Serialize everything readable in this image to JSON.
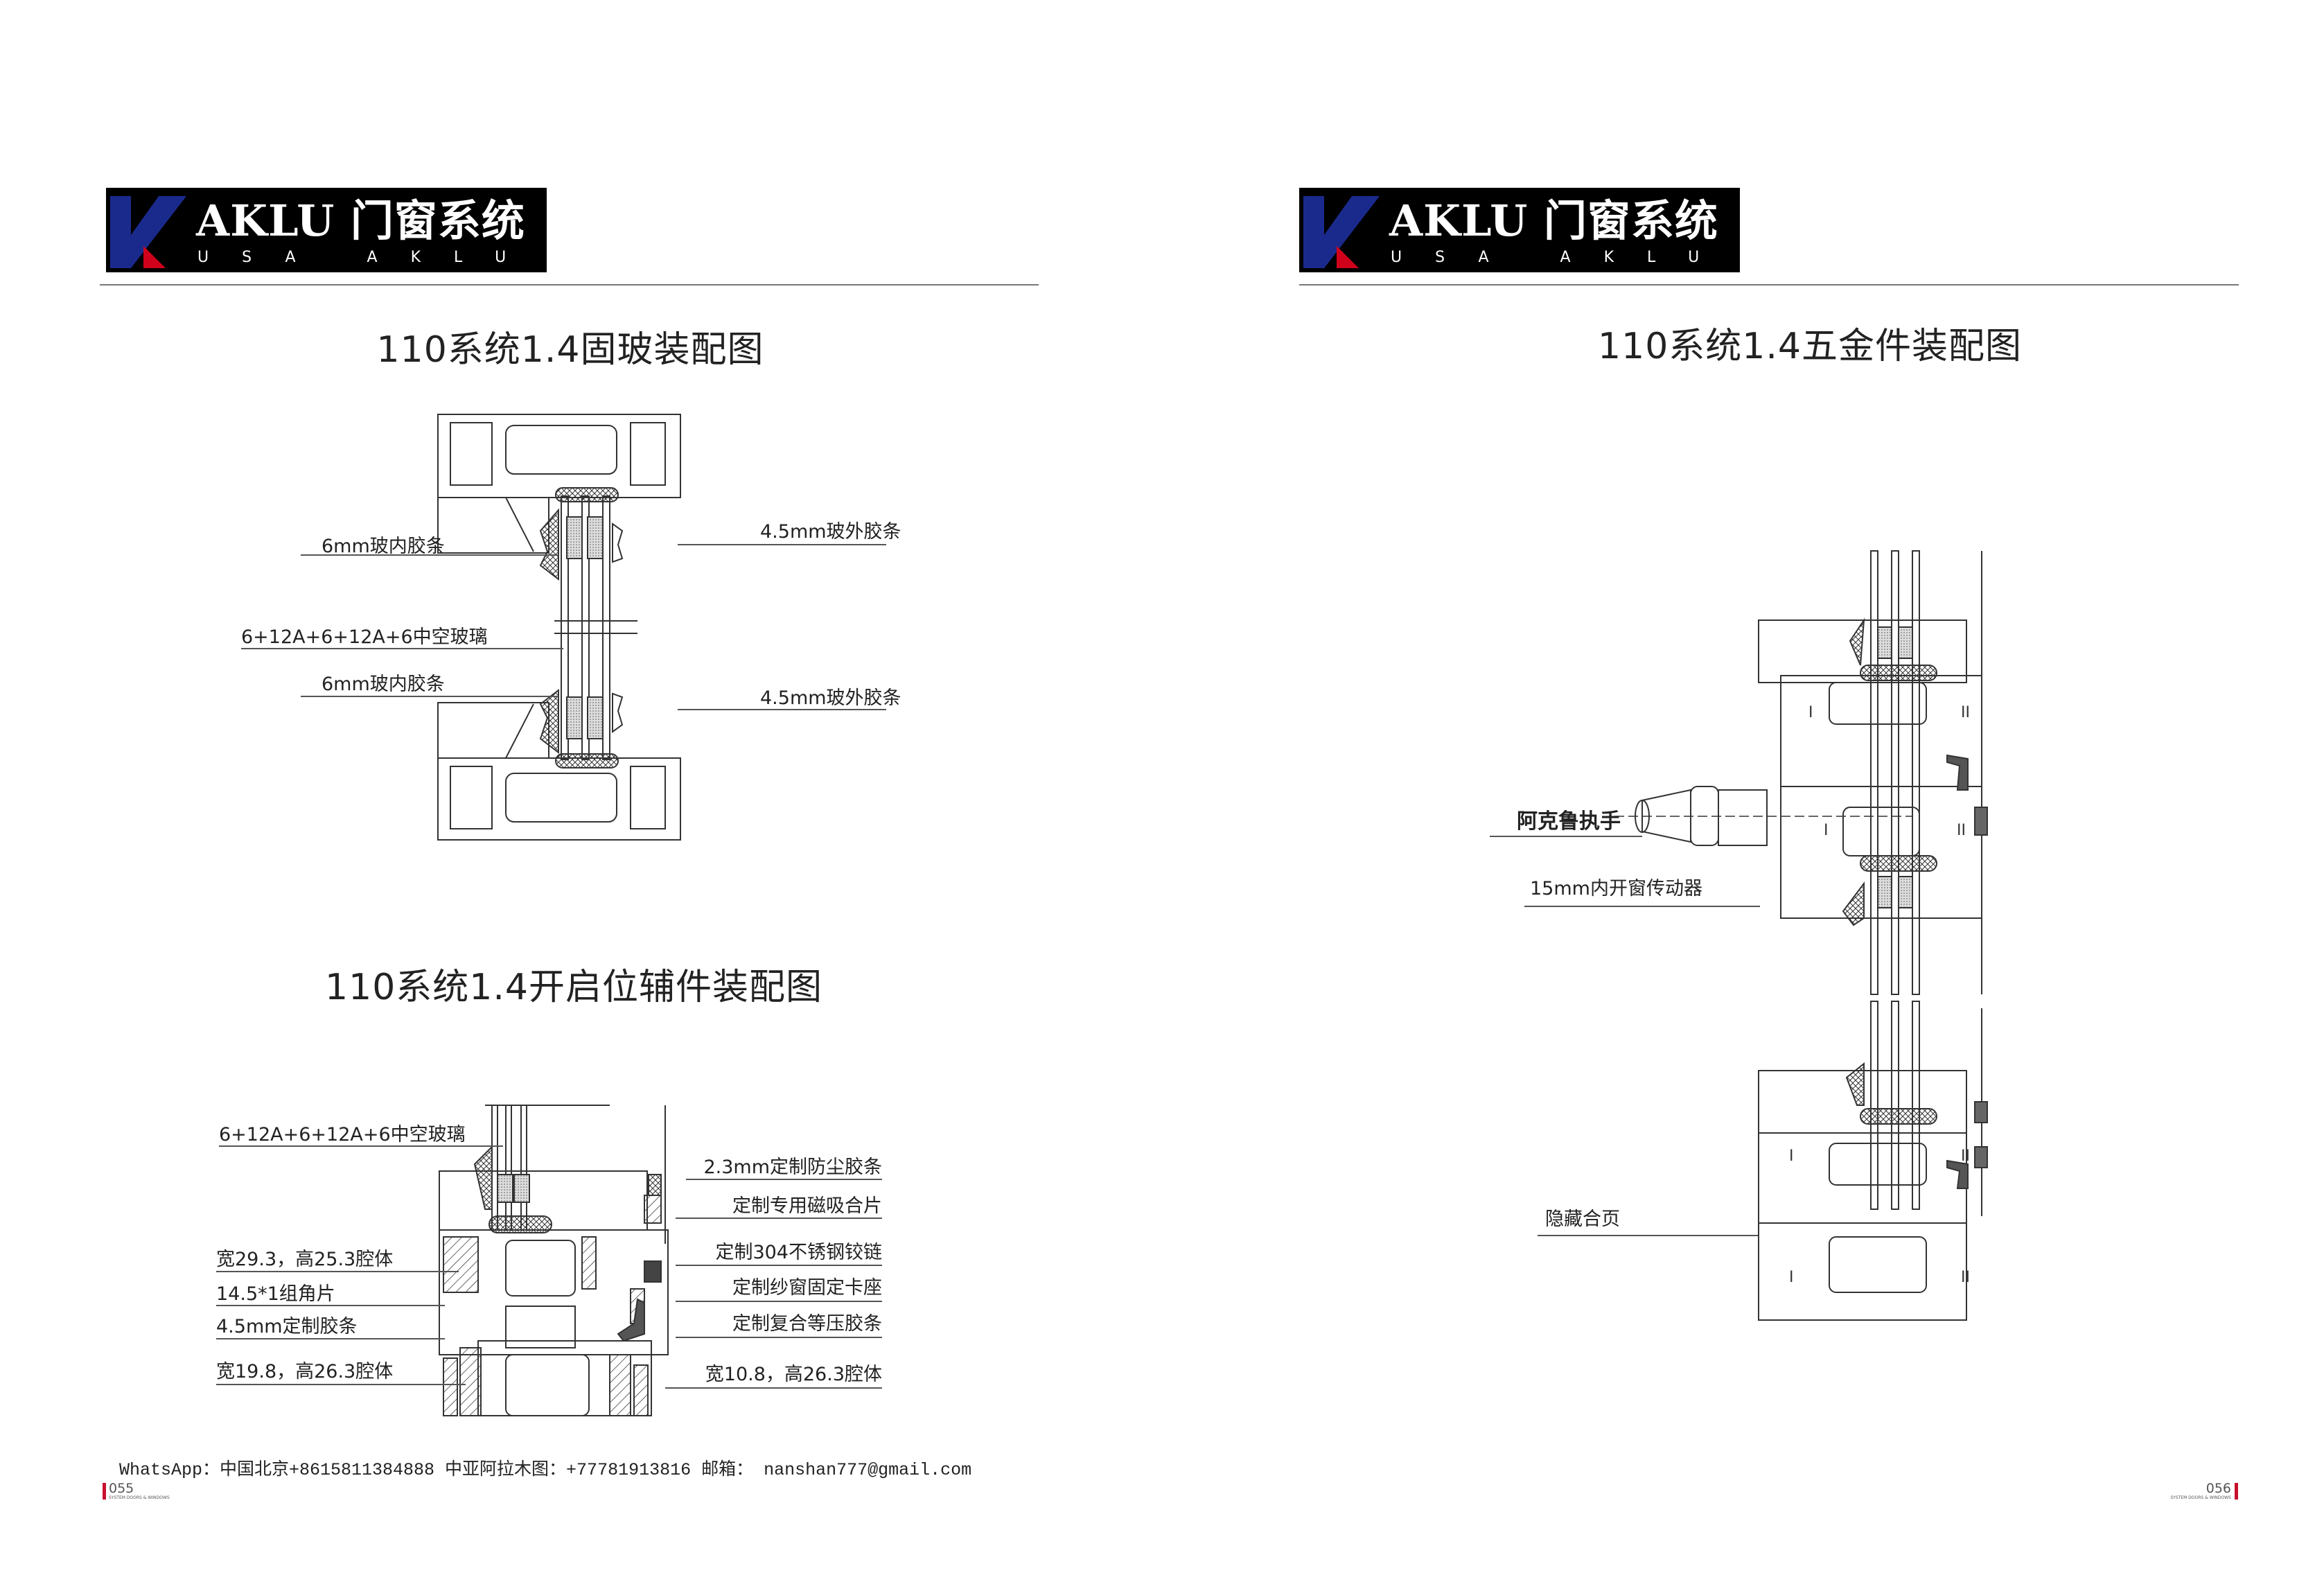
{
  "left_page": {
    "logo": {
      "brand": "AKLU 门窗系统",
      "sub": "USA AKLU"
    },
    "title_fixed": "110系统1.4固玻装配图",
    "title_opening": "110系统1.4开启位辅件装配图",
    "fixed_labels": {
      "inner_strip_top": "6mm玻内胶条",
      "outer_strip_top": "4.5mm玻外胶条",
      "glass": "6+12A+6+12A+6中空玻璃",
      "inner_strip_bottom": "6mm玻内胶条",
      "outer_strip_bottom": "4.5mm玻外胶条"
    },
    "opening_labels": {
      "glass": "6+12A+6+12A+6中空玻璃",
      "cavity1": "宽29.3，高25.3腔体",
      "corner": "14.5*1组角片",
      "strip": "4.5mm定制胶条",
      "cavity2": "宽19.8，高26.3腔体",
      "dust_strip": "2.3mm定制防尘胶条",
      "magnet": "定制专用磁吸合片",
      "hinge": "定制304不锈钢铰链",
      "screen_seat": "定制纱窗固定卡座",
      "pressure_strip": "定制复合等压胶条",
      "cavity3": "宽10.8，高26.3腔体"
    },
    "footer": "WhatsApp：中国北京+8615811384888  中亚阿拉木图：+77781913816 邮箱： nanshan777@gmail.com",
    "page_number": "055",
    "page_caption": "SYSTEM DOORS & WINDOWS"
  },
  "right_page": {
    "logo": {
      "brand": "AKLU 门窗系统",
      "sub": "USA AKLU"
    },
    "title": "110系统1.4五金件装配图",
    "labels": {
      "handle": "阿克鲁执手",
      "actuator": "15mm内开窗传动器",
      "hidden_hinge": "隐藏合页"
    },
    "page_number": "056",
    "page_caption": "SYSTEM DOORS & WINDOWS"
  },
  "colors": {
    "logo_blue": "#1a2a8c",
    "logo_red": "#d0021b",
    "page_red": "#c8102e"
  }
}
